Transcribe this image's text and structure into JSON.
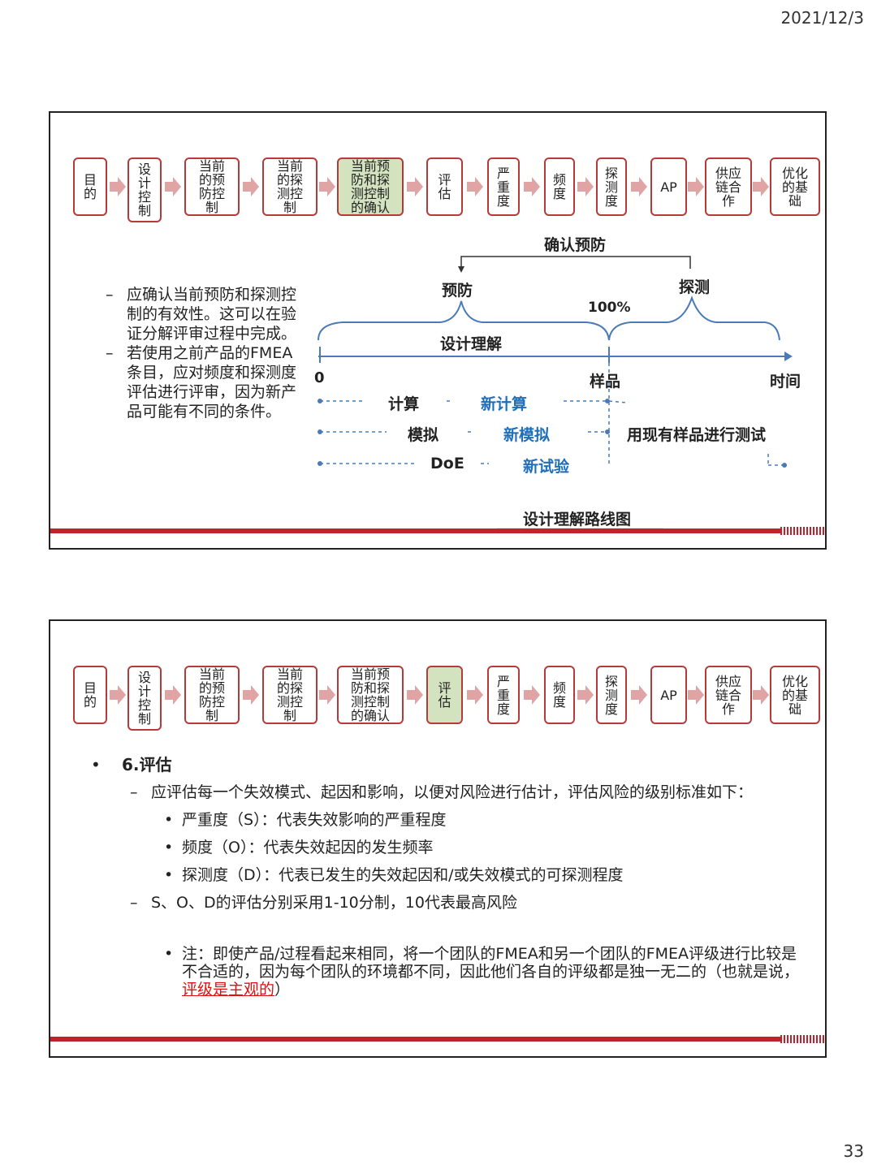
{
  "header": {
    "date": "2021/12/3"
  },
  "footer": {
    "page_number": "33"
  },
  "flow_steps": [
    {
      "key": "purpose",
      "lines": [
        "目",
        "的"
      ]
    },
    {
      "key": "design-control",
      "lines": [
        "设",
        "计",
        "控",
        "制"
      ]
    },
    {
      "key": "current-prevention",
      "lines": [
        "当前",
        "的预",
        "防控",
        "制"
      ]
    },
    {
      "key": "current-detection",
      "lines": [
        "当前",
        "的探",
        "测控",
        "制"
      ]
    },
    {
      "key": "confirm",
      "lines": [
        "当前预",
        "防和探",
        "测控制",
        "的确认"
      ]
    },
    {
      "key": "evaluate",
      "lines": [
        "评",
        "估"
      ]
    },
    {
      "key": "severity",
      "lines": [
        "严",
        "重",
        "度"
      ]
    },
    {
      "key": "occurrence",
      "lines": [
        "频",
        "度"
      ]
    },
    {
      "key": "detection",
      "lines": [
        "探",
        "测",
        "度"
      ]
    },
    {
      "key": "ap",
      "lines": [
        "AP"
      ]
    },
    {
      "key": "supply-chain",
      "lines": [
        "供应",
        "链合",
        "作"
      ]
    },
    {
      "key": "optimization",
      "lines": [
        "优化",
        "的基",
        "础"
      ]
    }
  ],
  "slide1": {
    "active_step": "confirm",
    "bullets": [
      "应确认当前预防和探测控制的有效性。这可以在验证分解评审过程中完成。",
      "若使用之前产品的FMEA条目，应对频度和探测度评估进行评审，因为新产品可能有不同的条件。"
    ],
    "diagram": {
      "confirm_label": "确认预防",
      "prevention": "预防",
      "detection": "探测",
      "percent": "100%",
      "design_understanding": "设计理解",
      "zero": "0",
      "sample": "样品",
      "time": "时间",
      "calc": "计算",
      "new_calc": "新计算",
      "sim": "模拟",
      "new_sim": "新模拟",
      "doe": "DoE",
      "new_test": "新试验",
      "test_with_samples": "用现有样品进行测试",
      "roadmap": "设计理解路线图"
    }
  },
  "slide2": {
    "active_step": "evaluate",
    "title": "6.评估",
    "sub1": "应评估每一个失效模式、起因和影响，以便对风险进行估计，评估风险的级别标准如下：",
    "items": [
      "严重度（S）：代表失效影响的严重程度",
      "频度（O）：代表失效起因的发生频率",
      "探测度（D）：代表已发生的失效起因和/或失效模式的可探测程度"
    ],
    "sub2": "S、O、D的评估分别采用1-10分制，10代表最高风险",
    "note_prefix": "注：即使产品/过程看起来相同，将一个团队的FMEA和另一个团队的FMEA评级进行比较是不合适的，因为每个团队的环境都不同，因此他们各自的评级都是独一无二的（也就是说，",
    "note_highlight": "评级是主观的",
    "note_suffix": "）"
  },
  "colors": {
    "step_border": "#b73a3a",
    "active_fill": "#d3e2bf",
    "arrow": "#e0a4a4",
    "bar": "#c0232c",
    "timeline_blue": "#1f6fb8"
  }
}
